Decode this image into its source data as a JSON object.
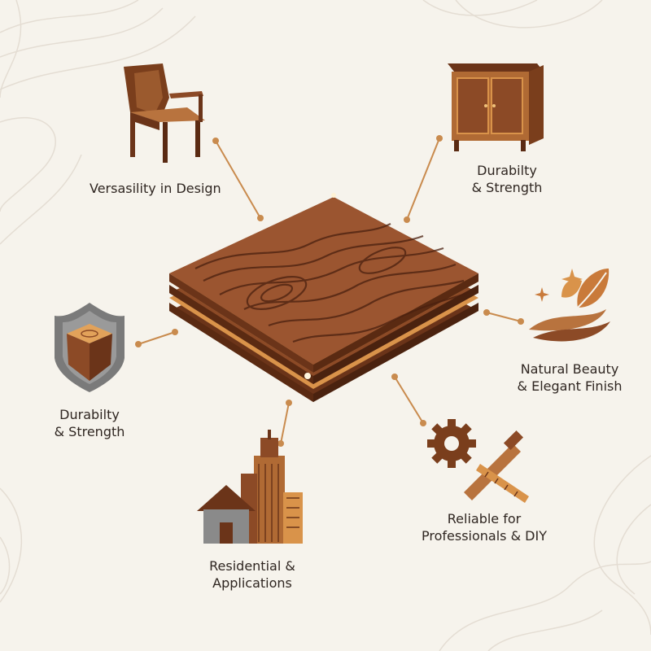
{
  "colors": {
    "background": "#f6f3ec",
    "contour": "#e4ddd3",
    "connector": "#c98b4e",
    "wood_dark": "#6b3419",
    "wood_mid": "#8c4a26",
    "wood_light": "#d9934a",
    "grain": "#4a200f",
    "shield_gray": "#7a7a7a",
    "house_gray": "#8a8a8a",
    "text": "#2f2621"
  },
  "center": {
    "name": "layered-wood-panel",
    "icon": "wood-panel-icon"
  },
  "features": [
    {
      "id": "versatility",
      "icon": "chair-icon",
      "lines": [
        "Versasility in Design"
      ]
    },
    {
      "id": "durability-top",
      "icon": "cabinet-icon",
      "lines": [
        "Durabilty",
        "& Strength"
      ]
    },
    {
      "id": "natural-beauty",
      "icon": "leaf-sparkle-icon",
      "lines": [
        "Natural Beauty",
        "& Elegant Finish"
      ]
    },
    {
      "id": "durability-left",
      "icon": "shield-wood-icon",
      "lines": [
        "Durabilty",
        "& Strength"
      ]
    },
    {
      "id": "residential",
      "icon": "buildings-icon",
      "lines": [
        "Residential &",
        "Applications"
      ]
    },
    {
      "id": "reliable",
      "icon": "gear-tools-icon",
      "lines": [
        "Reliable for",
        "Professionals & DIY"
      ]
    }
  ]
}
